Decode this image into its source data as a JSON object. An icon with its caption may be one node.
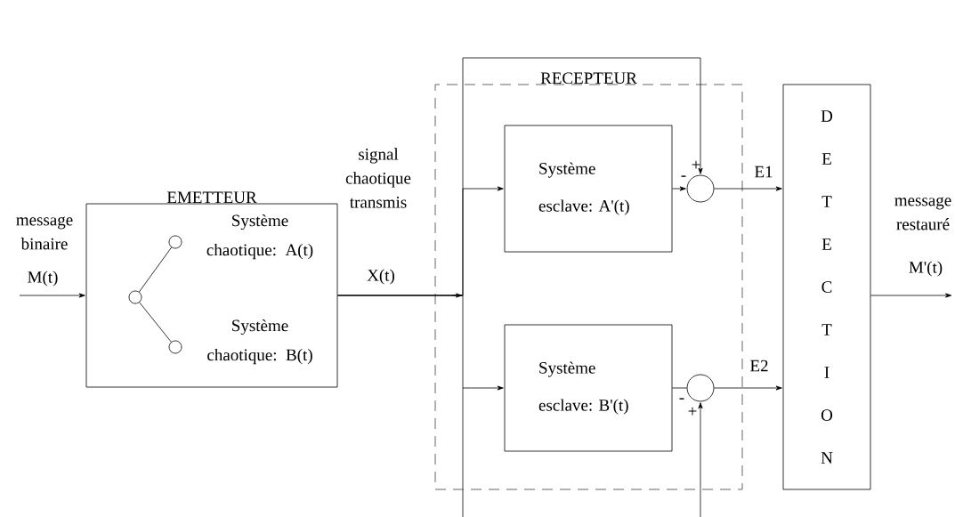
{
  "diagram": {
    "nodes": [
      {
        "text": [
          "EMETTEUR"
        ]
      },
      {
        "text": [],
        "shape": "circle",
        "in": 0
      },
      {
        "text": [],
        "shape": "circle",
        "in": 0
      },
      {
        "text": [],
        "shape": "circle",
        "in": 0
      },
      {
        "text": [
          "RECEPTEUR"
        ]
      },
      {
        "text": [
          "Système esclave: A'(t)"
        ],
        "in": 4
      },
      {
        "text": [
          "Système esclave: B'(t)"
        ],
        "in": 4
      },
      {
        "text": [],
        "shape": "circle",
        "in": 4
      },
      {
        "text": [],
        "shape": "circle",
        "in": 4
      },
      {
        "text": [
          "D E T E C T I O N"
        ]
      }
    ],
    "edges": [
      {
        "from": null,
        "to": 0,
        "arrow": "to",
        "label": "M(t)"
      },
      {
        "from": 1,
        "to": 2,
        "arrow": "none"
      },
      {
        "from": 1,
        "to": 3,
        "arrow": "none"
      },
      {
        "from": 0,
        "to": 5,
        "arrow": "to",
        "label": "X(t)"
      },
      {
        "from": 0,
        "to": 6,
        "arrow": "to"
      },
      {
        "from": 0,
        "to": 7,
        "arrow": "to"
      },
      {
        "from": null,
        "to": 8,
        "arrow": "to"
      },
      {
        "from": 5,
        "to": 7,
        "arrow": "to"
      },
      {
        "from": 6,
        "to": 8,
        "arrow": "none"
      },
      {
        "from": 7,
        "to": 9,
        "arrow": "to",
        "label": "E1"
      },
      {
        "from": 8,
        "to": 9,
        "arrow": "to",
        "label": "E2"
      },
      {
        "from": 9,
        "to": null,
        "arrow": "to",
        "label": "M'(t)"
      }
    ],
    "labels": [
      "message binaire",
      "Système chaotique: A(t)",
      "Système chaotique: B(t)",
      "signal chaotique transmis",
      "-",
      "+",
      "-",
      "+",
      "message restauré"
    ]
  }
}
